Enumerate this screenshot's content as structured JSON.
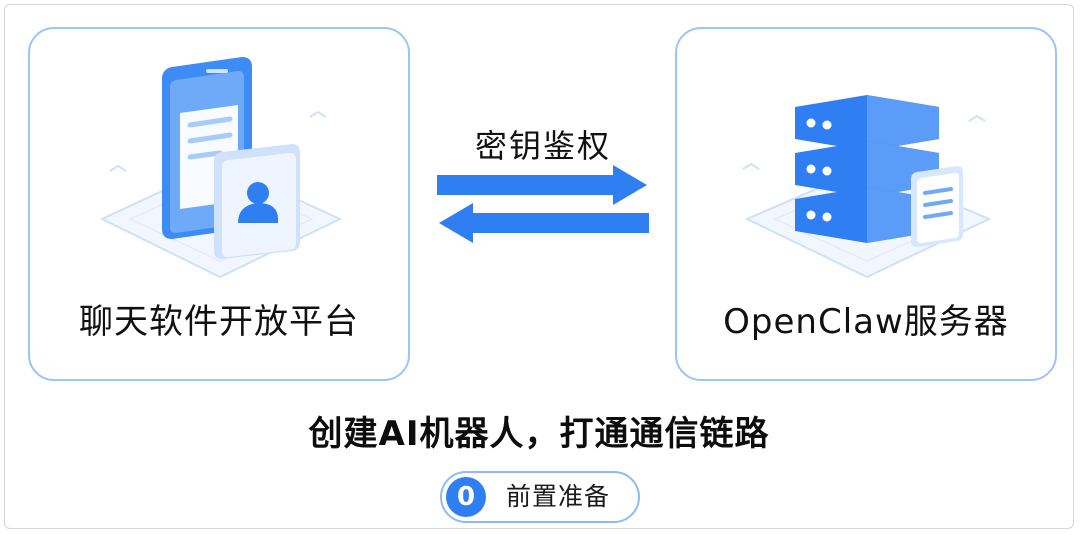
{
  "left_card": {
    "label": "聊天软件开放平台",
    "illustration_icons": [
      "phone-icon",
      "document-icon",
      "user-card-icon"
    ]
  },
  "right_card": {
    "label": "OpenClaw服务器",
    "illustration_icons": [
      "server-stack-icon",
      "document-icon"
    ]
  },
  "connector": {
    "label": "密钥鉴权",
    "icons": [
      "arrow-right-icon",
      "arrow-left-icon"
    ]
  },
  "headline": "创建AI机器人，打通通信链路",
  "step": {
    "number": "0",
    "label": "前置准备"
  },
  "colors": {
    "accent": "#2f7ff3",
    "card_border": "#9cc4f4",
    "pill_border": "#8fbbf2",
    "text": "#111111"
  }
}
